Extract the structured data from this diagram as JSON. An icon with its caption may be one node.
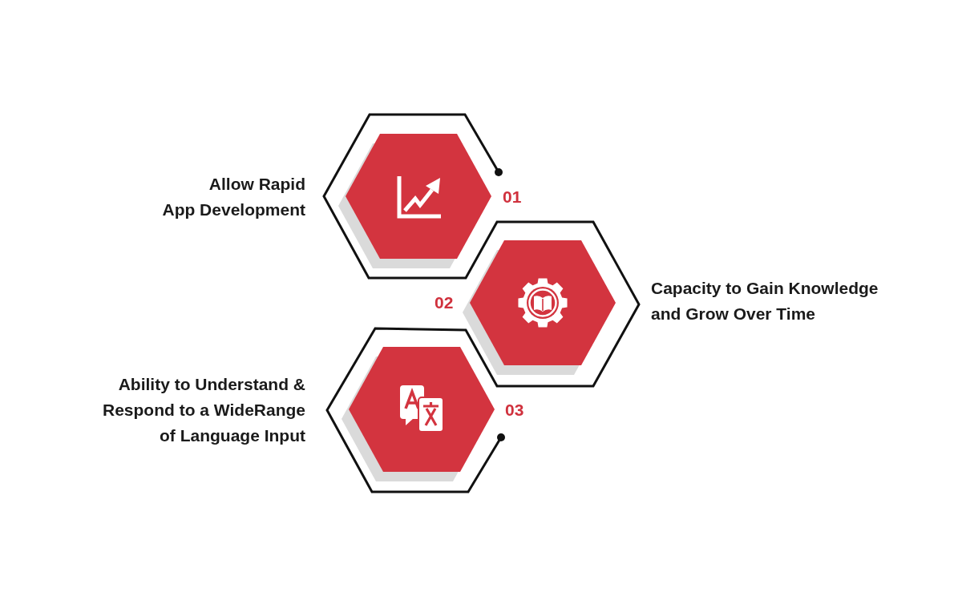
{
  "diagram": {
    "nodes": [
      {
        "text": [],
        "shape": "hexagon",
        "beside": [
          "01",
          "Allow Rapid App Development"
        ]
      },
      {
        "text": [],
        "shape": "hexagon",
        "beside": [
          "02",
          "Capacity to Gain Knowledge and Grow Over Time"
        ]
      },
      {
        "text": [],
        "shape": "hexagon",
        "beside": [
          "03",
          "Ability to Understand & Respond to a WideRange of Language Input"
        ]
      }
    ]
  }
}
